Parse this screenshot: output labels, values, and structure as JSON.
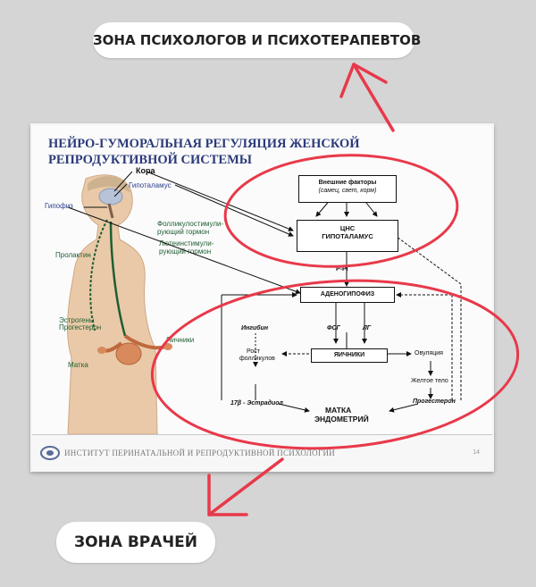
{
  "captions": {
    "top": "ЗОНА ПСИХОЛОГОВ И ПСИХОТЕРАПЕВТОВ",
    "bottom": "ЗОНА ВРАЧЕЙ"
  },
  "slide": {
    "title_line1": "НЕЙРО-ГУМОРАЛЬНАЯ РЕГУЛЯЦИЯ ЖЕНСКОЙ",
    "title_line2": "РЕПРОДУКТИВНОЙ СИСТЕМЫ",
    "body_labels": {
      "kora": "Кора",
      "gipotalamus": "Гипоталамус",
      "gipofiz": "Гипофиз",
      "fsh_line1": "Фолликулостимули-",
      "fsh_line2": "рующий гормон",
      "lh_line1": "Лютеинстимули-",
      "lh_line2": "рующий гормон",
      "prolaktin": "Пролактин",
      "estrogens_line1": "Эстрогены",
      "estrogens_line2": "Прогестерон",
      "yaichniki": "Яичники",
      "matka": "Матка"
    },
    "diagram": {
      "external_line1": "Внешние факторы",
      "external_line2": "(самец, свет, корм)",
      "cns_line1": "ЦНС",
      "cns_line2": "ГИПОТАЛАМУС",
      "rg": "Р-РГ",
      "adeno": "АДЕНОГИПОФИЗ",
      "ingibin": "Ингибин",
      "fsg": "ФСГ",
      "lg": "ЛГ",
      "rost_line1": "Рост",
      "rost_line2": "фолликулов",
      "yaichniki_box": "ЯИЧНИКИ",
      "ovulation": "Овуляция",
      "corpus": "Желтое тело",
      "progesteron": "Прогестерон",
      "estradiol": "17β - Эстрадиол",
      "uterus_line1": "МАТКА",
      "uterus_line2": "ЭНДОМЕТРИЙ"
    },
    "footer": "ИНСТИТУТ ПЕРИНАТАЛЬНОЙ И РЕПРОДУКТИВНОЙ ПСИХОЛОГИИ",
    "page_number": "14"
  },
  "colors": {
    "annotation": "#e8394a",
    "title": "#2b3a7a",
    "body_skin": "#e9c9a8"
  }
}
